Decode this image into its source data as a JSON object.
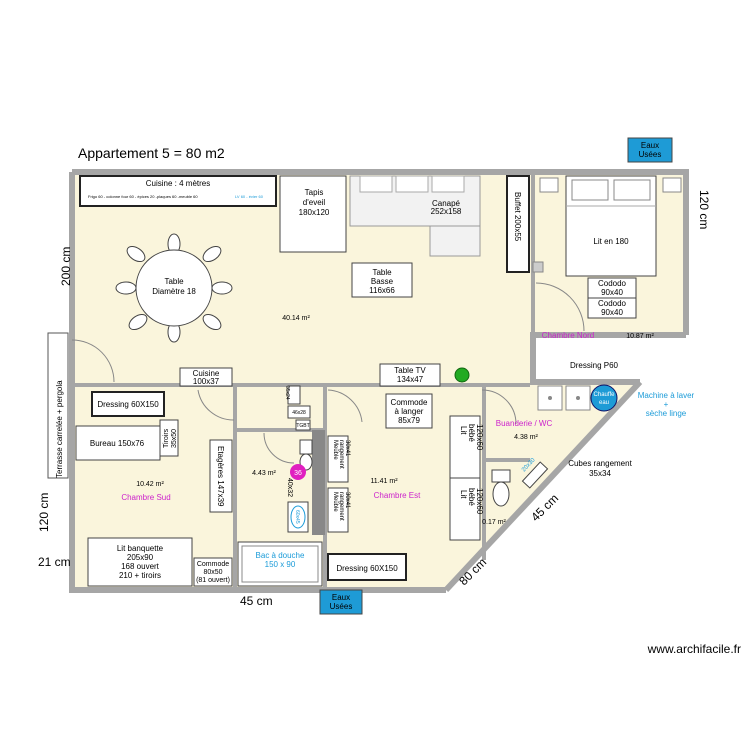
{
  "title": "Appartement 5 = 80 m2",
  "watermark": "www.archifacile.fr",
  "colors": {
    "floor": "#FAF5DC",
    "wall": "#A6A6A6",
    "room_label": "#CC22CC",
    "blue_label": "#1B9BD8",
    "badge": "#1E9BD6",
    "plant": "#22AA22",
    "stool": "#E020C0"
  },
  "badges": {
    "top": [
      "Eaux",
      "Usées"
    ],
    "bottom": [
      "Eaux",
      "Usées"
    ]
  },
  "dimensions": {
    "left_200": "200 cm",
    "left_120": "120 cm",
    "left_21": "21 cm",
    "right_120": "120 cm",
    "bottom_45": "45 cm",
    "bottom_80": "80 cm",
    "diag_45": "45 cm"
  },
  "terrace": "Terrasse carrelée + pergola",
  "kitchen": {
    "title": "Cuisine : 4 mètres",
    "details": "Frigo 60 - colonne four 60 - épices 20 -plaques 60 -meuble 60",
    "lv": "LV 60 - évier 60"
  },
  "rooms": {
    "living_area": "40.14 m²",
    "nord_name": "Chambre Nord",
    "nord_area": "10.87 m²",
    "sud_name": "Chambre Sud",
    "sud_area": "10.42 m²",
    "est_name": "Chambre Est",
    "est_area": "11.41 m²",
    "bath_area": "4.43 m²",
    "buanderie_name": "Buanderie / WC",
    "buanderie_area": "4.38 m²",
    "closet_area": "0.17 m²"
  },
  "furniture": {
    "tapis": [
      "Tapis",
      "d'eveil",
      "180x120"
    ],
    "canape": [
      "Canapé",
      "252x158"
    ],
    "buffet": "Buffet 200x55",
    "table": [
      "Table",
      "Diamètre 18"
    ],
    "table_basse": [
      "Table",
      "Basse",
      "116x66"
    ],
    "lit180": "Lit en 180",
    "cododo1": [
      "Cododo",
      "90x40"
    ],
    "cododo2": [
      "Cododo",
      "90x40"
    ],
    "dressing_p60": "Dressing P60",
    "machine": [
      "Machine à laver",
      "+",
      "sèche linge"
    ],
    "chauffe_eau": [
      "Chauffe",
      "eau"
    ],
    "table_tv": [
      "Table TV",
      "134x47"
    ],
    "cuisine_meuble": [
      "Cuisine",
      "100x37"
    ],
    "dressing_sud": "Dressing 60X150",
    "tiroirs": [
      "Tiroirs",
      "35x50"
    ],
    "bureau": "Bureau 150x76",
    "etageres": "Etagères 147x39",
    "small_35x24": "35x24",
    "small_46x28": "46x28",
    "tgbt": "TGBT",
    "stool_36": "36",
    "small_40x32": "40x32",
    "commode_langer": [
      "Commode",
      "à langer",
      "85x79"
    ],
    "meuble_rang1": [
      "Meuble",
      "rangement",
      "30x41"
    ],
    "meuble_rang2": [
      "Meuble",
      "rangement",
      "30x41"
    ],
    "lit_bebe1": [
      "Lit",
      "bébé",
      "120x60"
    ],
    "lit_bebe2": [
      "Lit",
      "bébé",
      "120x60"
    ],
    "cubes": [
      "Cubes rangement",
      "35x34"
    ],
    "diag_small": "20x30",
    "lit_banquette": [
      "Lit banquette",
      "205x90",
      "168 ouvert",
      "210 + tiroirs"
    ],
    "commode_sud": [
      "Commode",
      "80x50",
      "(81 ouvert)"
    ],
    "bac_douche": [
      "Bac à douche",
      "150 x 90"
    ],
    "dressing_est": "Dressing 60X150",
    "lavabo": "60x45"
  }
}
